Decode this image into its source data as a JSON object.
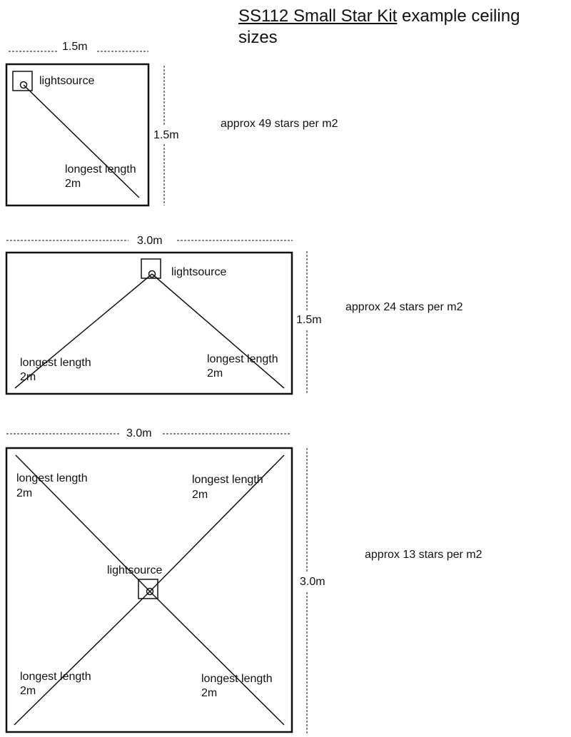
{
  "title": {
    "kit_name": "SS112 Small Star Kit",
    "line1_rest": " example ceiling",
    "line2": "sizes"
  },
  "diagrams": [
    {
      "width": "1.5m",
      "height": "1.5m",
      "light_label": "lightsource",
      "density": "approx 49 stars per m2",
      "lengths": [
        {
          "line1": "longest length",
          "line2": "2m"
        }
      ]
    },
    {
      "width": "3.0m",
      "height": "1.5m",
      "light_label": "lightsource",
      "density": "approx 24 stars per m2",
      "lengths": [
        {
          "line1": "longest length",
          "line2": "2m"
        },
        {
          "line1": "longest length",
          "line2": "2m"
        }
      ]
    },
    {
      "width": "3.0m",
      "height": "3.0m",
      "light_label": "lightsource",
      "density": "approx 13 stars per m2",
      "lengths": [
        {
          "line1": "longest length",
          "line2": "2m"
        },
        {
          "line1": "longest length",
          "line2": "2m"
        },
        {
          "line1": "longest length",
          "line2": "2m"
        },
        {
          "line1": "longest length",
          "line2": "2m"
        }
      ]
    }
  ]
}
